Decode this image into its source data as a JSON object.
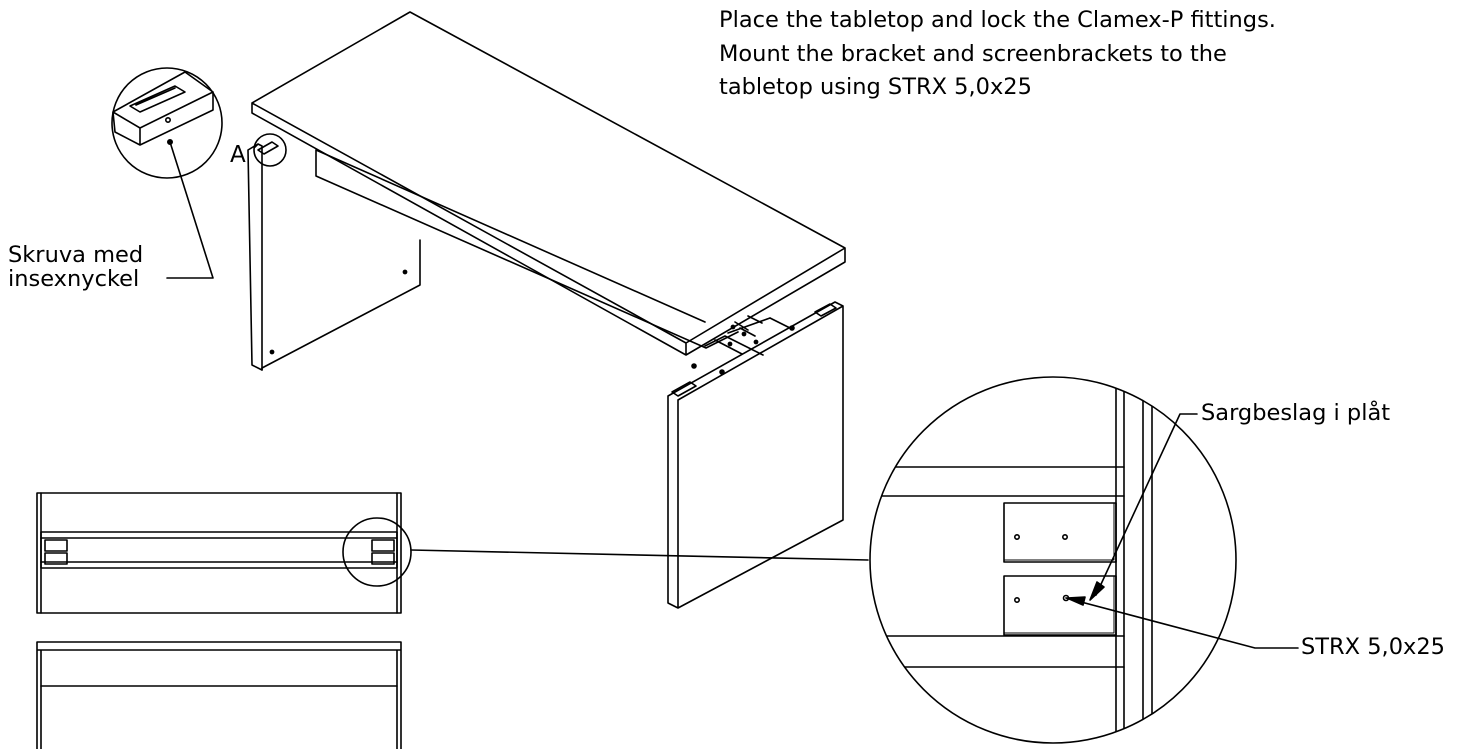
{
  "instructions": {
    "lines": [
      "Place the tabletop and lock the Clamex-P fittings.",
      "Mount the bracket and screenbrackets to the",
      "tabletop using STRX 5,0x25"
    ]
  },
  "callouts": {
    "detail_letter": "A",
    "hex_key_line1": "Skruva med",
    "hex_key_line2": "insexnyckel",
    "plate_bracket": "Sargbeslag i plåt",
    "screw": "STRX 5,0x25"
  },
  "colors": {
    "line": "#000000",
    "background": "#ffffff"
  }
}
